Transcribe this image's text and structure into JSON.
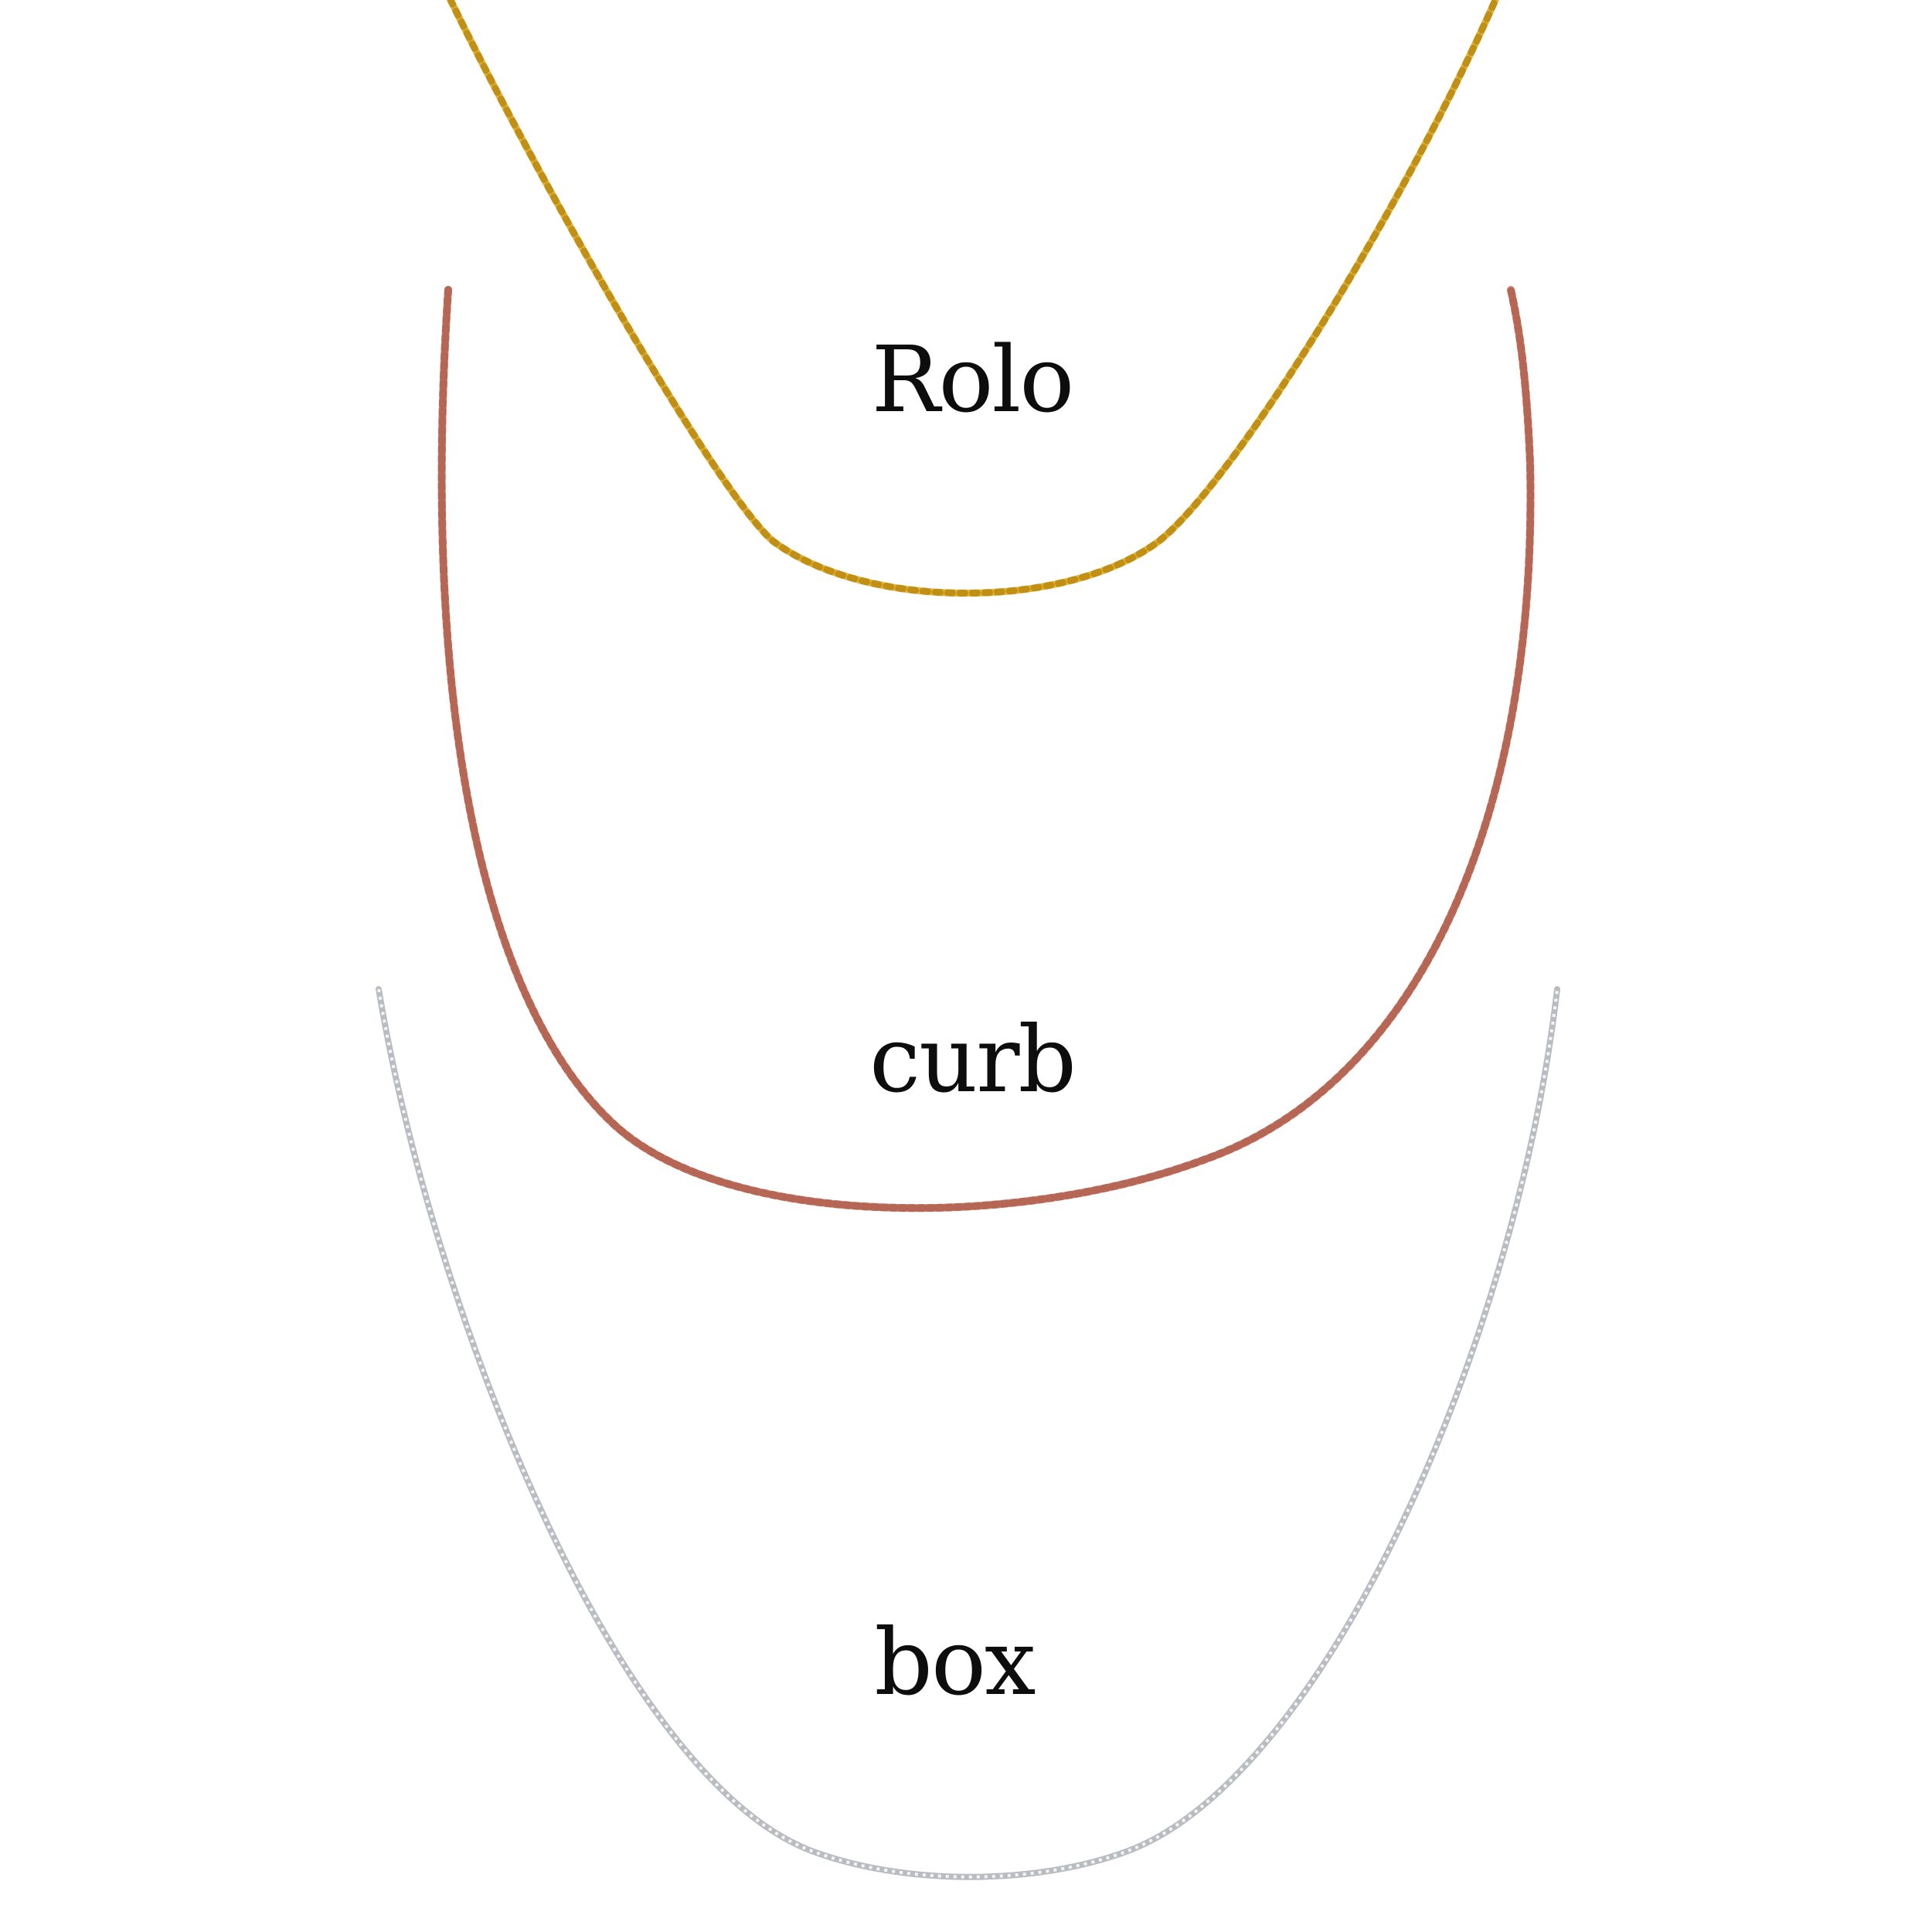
{
  "labels": {
    "rolo": "Rolo",
    "curb": "curb",
    "box": "box"
  },
  "colors": {
    "background": "#ffffff",
    "rolo": "#e0b43a",
    "curb": "#d98a78",
    "box": "#b9bcc0",
    "text": "#0d0d0d"
  }
}
